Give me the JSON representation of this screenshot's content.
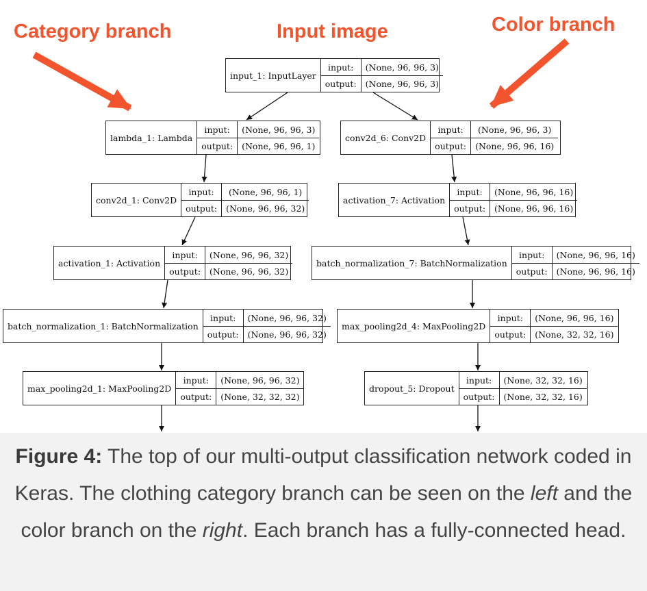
{
  "labels": {
    "category": "Category branch",
    "input": "Input image",
    "color": "Color branch"
  },
  "nodes": [
    {
      "id": "input",
      "name": "input_1: InputLayer",
      "input": "(None, 96, 96, 3)",
      "output": "(None, 96, 96, 3)"
    },
    {
      "id": "lambda",
      "name": "lambda_1: Lambda",
      "input": "(None, 96, 96, 3)",
      "output": "(None, 96, 96, 1)"
    },
    {
      "id": "conv2d1",
      "name": "conv2d_1: Conv2D",
      "input": "(None, 96, 96, 1)",
      "output": "(None, 96, 96, 32)"
    },
    {
      "id": "act1",
      "name": "activation_1: Activation",
      "input": "(None, 96, 96, 32)",
      "output": "(None, 96, 96, 32)"
    },
    {
      "id": "bn1",
      "name": "batch_normalization_1: BatchNormalization",
      "input": "(None, 96, 96, 32)",
      "output": "(None, 96, 96, 32)"
    },
    {
      "id": "mp1",
      "name": "max_pooling2d_1: MaxPooling2D",
      "input": "(None, 96, 96, 32)",
      "output": "(None, 32, 32, 32)"
    },
    {
      "id": "conv2d6",
      "name": "conv2d_6: Conv2D",
      "input": "(None, 96, 96, 3)",
      "output": "(None, 96, 96, 16)"
    },
    {
      "id": "act7",
      "name": "activation_7: Activation",
      "input": "(None, 96, 96, 16)",
      "output": "(None, 96, 96, 16)"
    },
    {
      "id": "bn7",
      "name": "batch_normalization_7: BatchNormalization",
      "input": "(None, 96, 96, 16)",
      "output": "(None, 96, 96, 16)"
    },
    {
      "id": "mp4",
      "name": "max_pooling2d_4: MaxPooling2D",
      "input": "(None, 96, 96, 16)",
      "output": "(None, 32, 32, 16)"
    },
    {
      "id": "drop5",
      "name": "dropout_5: Dropout",
      "input": "(None, 32, 32, 16)",
      "output": "(None, 32, 32, 16)"
    }
  ],
  "row_keys": {
    "input": "input:",
    "output": "output:"
  },
  "caption": {
    "figure": "Figure 4:",
    "text1": " The top of our multi-output classification network coded in Keras. The clothing category branch can be seen on the ",
    "left": "left",
    "text2": " and the color branch on the ",
    "right": "right",
    "text3": ". Each branch has a fully-connected head."
  },
  "colors": {
    "accent": "#f2542d"
  }
}
